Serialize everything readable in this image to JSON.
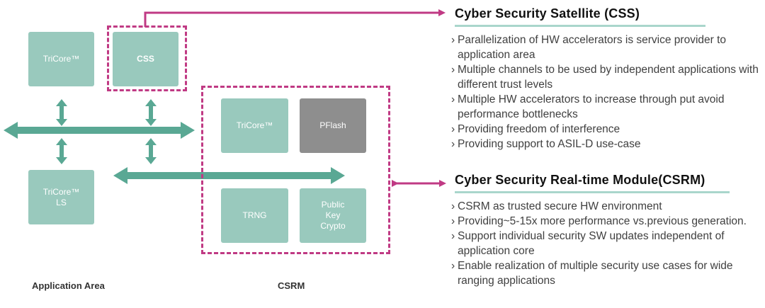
{
  "diagram": {
    "blocks": {
      "tricore_app": "TriCore™",
      "css": "CSS",
      "tricore_ls": "TriCore™\nLS",
      "tricore_csrm": "TriCore™",
      "pflash": "PFlash",
      "trng": "TRNG",
      "pkc": "Public\nKey\nCrypto"
    },
    "labels": {
      "application_area": "Application Area",
      "csrm": "CSRM"
    }
  },
  "css_section": {
    "title": "Cyber Security Satellite (CSS)",
    "bullets": [
      "Parallelization of HW accelerators is service provider to application area",
      "Multiple channels to be used by independent applications with different trust levels",
      "Multiple HW accelerators to increase through put avoid performance bottlenecks",
      "Providing freedom of interference",
      "Providing support to ASIL-D use-case"
    ]
  },
  "csrm_section": {
    "title": "Cyber Security Real-time Module(CSRM)",
    "bullets": [
      "CSRM as trusted secure HW environment",
      "Providing~5-15x more performance vs.previous generation.",
      "Support individual security SW updates independent of application core",
      "Enable realization of multiple security use cases for wide ranging applications"
    ]
  },
  "colors": {
    "teal_block": "#99c9bd",
    "grey_block": "#8e8e8e",
    "magenta": "#c03a84",
    "arrow_teal": "#5aa894",
    "underline": "#a9d6cc"
  }
}
